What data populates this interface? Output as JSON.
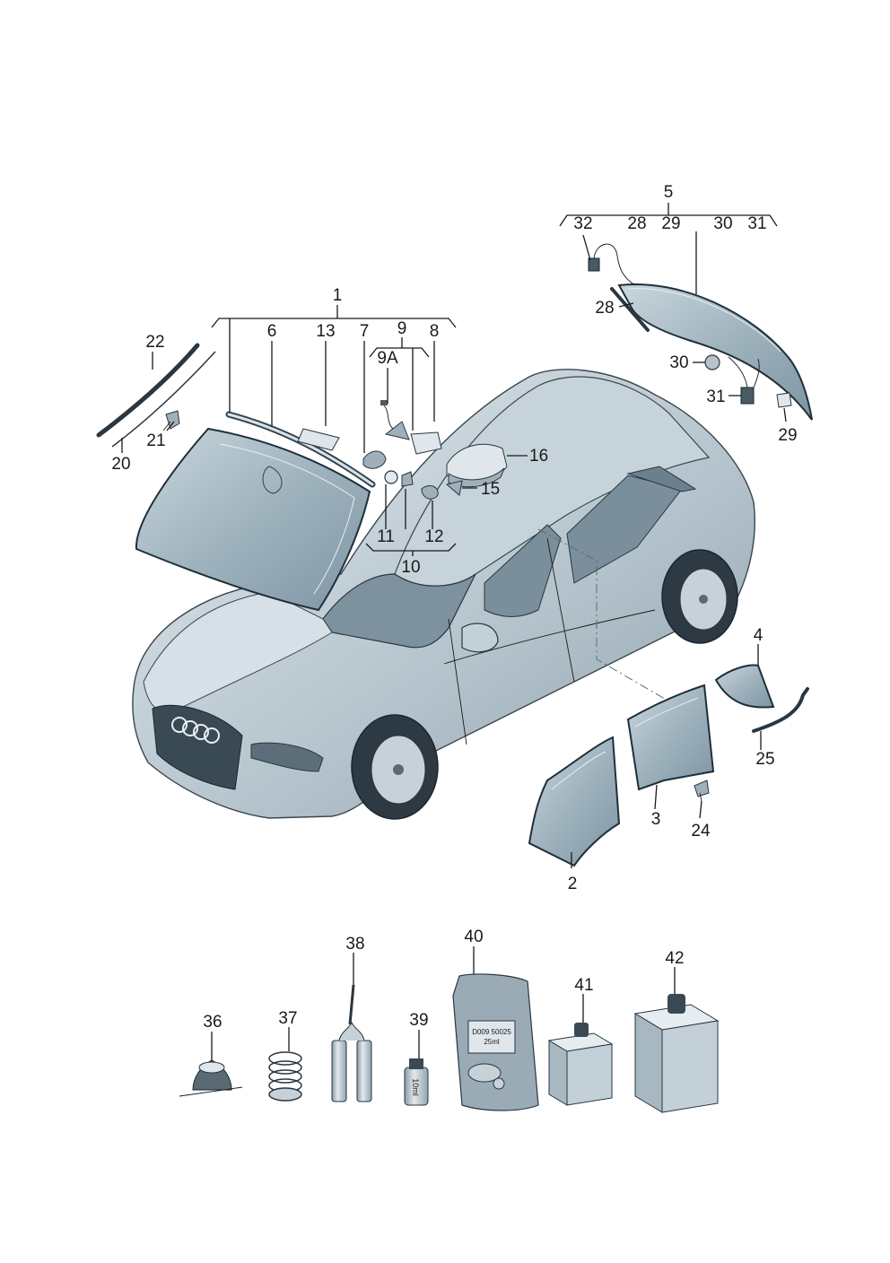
{
  "labels": {
    "l1": "1",
    "l2": "2",
    "l3": "3",
    "l4": "4",
    "l5": "5",
    "l6": "6",
    "l7": "7",
    "l8": "8",
    "l9": "9",
    "l9a": "9A",
    "l10": "10",
    "l11": "11",
    "l12": "12",
    "l13": "13",
    "l15": "15",
    "l16": "16",
    "l20": "20",
    "l21": "21",
    "l22": "22",
    "l24": "24",
    "l25": "25",
    "l28a": "28",
    "l28b": "28",
    "l29a": "29",
    "l29b": "29",
    "l30a": "30",
    "l30b": "30",
    "l31a": "31",
    "l31b": "31",
    "l32": "32",
    "l36": "36",
    "l37": "37",
    "l38": "38",
    "l39": "39",
    "l40": "40",
    "l41": "41",
    "l42": "42"
  },
  "product_text": {
    "bottle_39": "10ml",
    "bag_40_line1": "D009 50025",
    "bag_40_line2": "25ml"
  },
  "colors": {
    "glass": "#8fa6b3",
    "glass_edge": "#1f2f3a",
    "body": "#b8c6cf",
    "line": "#1a1a1a"
  }
}
